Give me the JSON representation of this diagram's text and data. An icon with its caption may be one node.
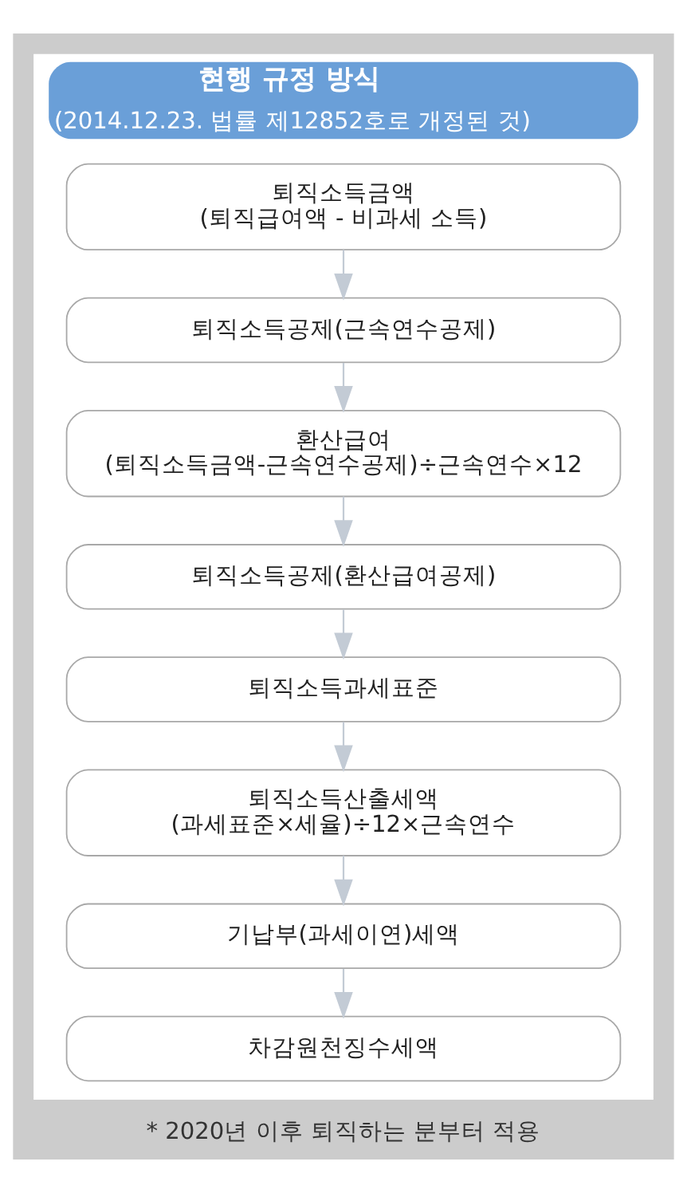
{
  "diagram": {
    "caption": "* 2020년 이후 퇴직하는 분부터 적용",
    "nodes": [
      {
        "text": [
          "현행 규정 방식",
          "(2014.12.23. 법률 제12852호로 개정된 것)"
        ]
      },
      {
        "text": [
          "퇴직소득금액",
          "(퇴직급여액 - 비과세 소득)"
        ],
        "in": 0
      },
      {
        "text": [
          "퇴직소득공제(근속연수공제)"
        ],
        "in": 0
      },
      {
        "text": [
          "환산급여",
          "(퇴직소득금액-근속연수공제)÷근속연수×12"
        ],
        "in": 0
      },
      {
        "text": [
          "퇴직소득공제(환산급여공제)"
        ],
        "in": 0
      },
      {
        "text": [
          "퇴직소득과세표준"
        ],
        "in": 0
      },
      {
        "text": [
          "퇴직소득산출세액",
          "(과세표준×세율)÷12×근속연수"
        ],
        "in": 0
      },
      {
        "text": [
          "기납부(과세이연)세액"
        ],
        "in": 0
      },
      {
        "text": [
          "차감원천징수세액"
        ],
        "in": 0
      }
    ],
    "edges": [
      {
        "from": 1,
        "to": 2,
        "arrow": "to"
      },
      {
        "from": 2,
        "to": 3,
        "arrow": "to"
      },
      {
        "from": 3,
        "to": 4,
        "arrow": "to"
      },
      {
        "from": 4,
        "to": 5,
        "arrow": "to"
      },
      {
        "from": 5,
        "to": 6,
        "arrow": "to"
      },
      {
        "from": 6,
        "to": 7,
        "arrow": "to"
      },
      {
        "from": 7,
        "to": 8,
        "arrow": "to"
      }
    ]
  }
}
